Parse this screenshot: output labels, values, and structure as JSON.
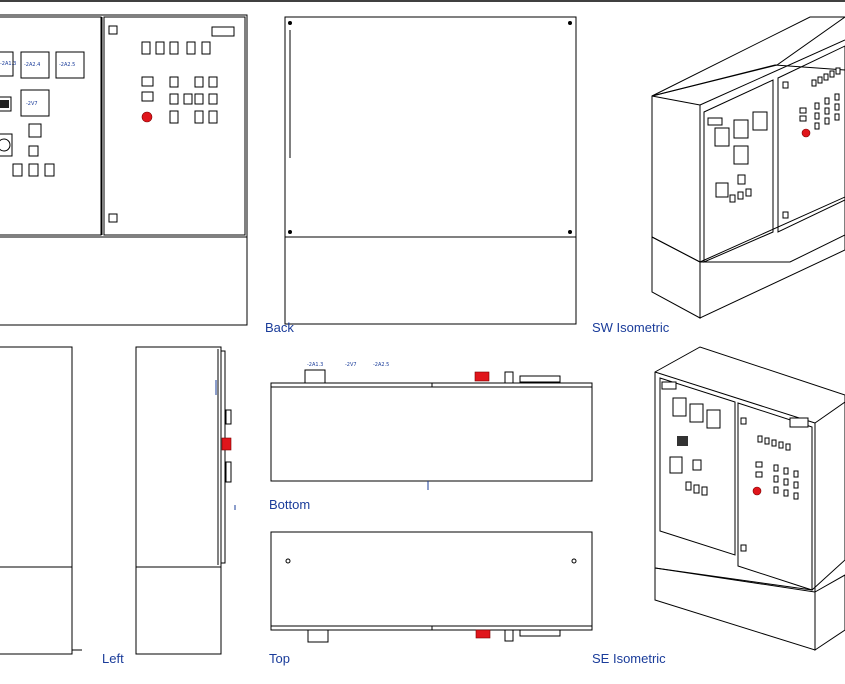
{
  "views": {
    "front": {
      "label": ""
    },
    "back": {
      "label": "Back"
    },
    "sw": {
      "label": "SW Isometric"
    },
    "left": {
      "label": "Left"
    },
    "bottom": {
      "label": "Bottom"
    },
    "top": {
      "label": "Top"
    },
    "se": {
      "label": "SE Isometric"
    }
  },
  "meters": [
    {
      "text": "-2A1.3"
    },
    {
      "text": "-2A2.4"
    },
    {
      "text": "-2A2.5"
    },
    {
      "text": "-2V7"
    }
  ],
  "bottom_view_tags": {
    "t1": "-2A1.3",
    "t2": "-2V7",
    "t3": "-2A2.5"
  },
  "colors": {
    "line": "#000000",
    "label": "#1a3c9a",
    "emergency_stop": "#e0151b",
    "background": "#ffffff"
  }
}
